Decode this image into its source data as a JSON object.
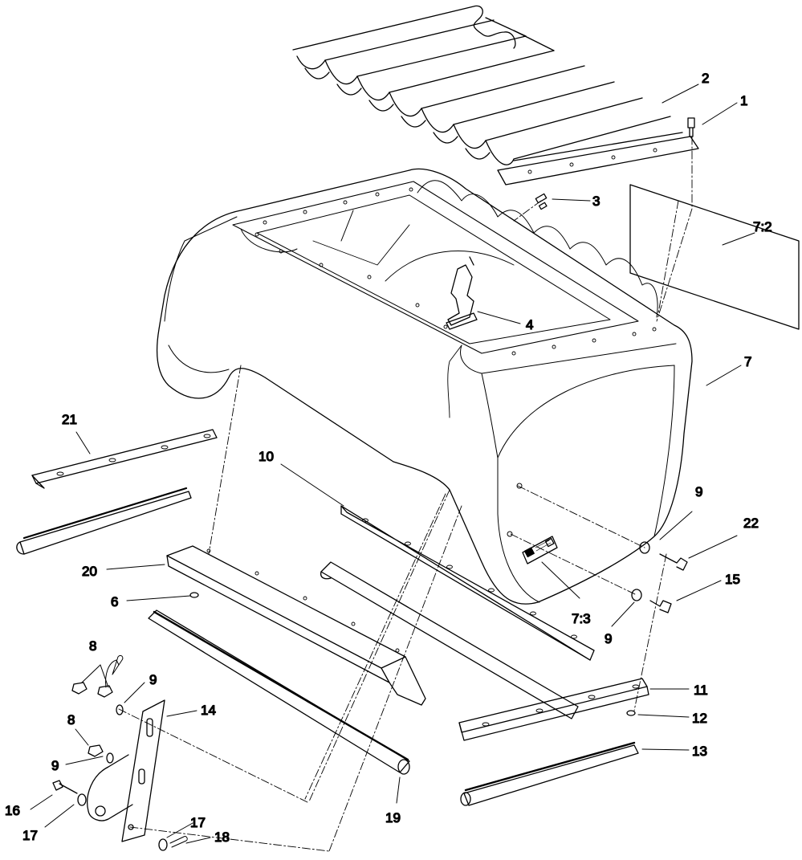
{
  "diagram": {
    "callouts": {
      "c1": "1",
      "c2": "2",
      "c3": "3",
      "c4": "4",
      "c6": "6",
      "c7": "7",
      "c7_2": "7:2",
      "c7_3": "7:3",
      "c8a": "8",
      "c8b": "8",
      "c9a": "9",
      "c9b": "9",
      "c9c": "9",
      "c9d": "9",
      "c10": "10",
      "c11": "11",
      "c12": "12",
      "c13": "13",
      "c14": "14",
      "c15": "15",
      "c16": "16",
      "c17a": "17",
      "c17b": "17",
      "c18": "18",
      "c19": "19",
      "c20": "20",
      "c21": "21",
      "c22": "22"
    }
  }
}
